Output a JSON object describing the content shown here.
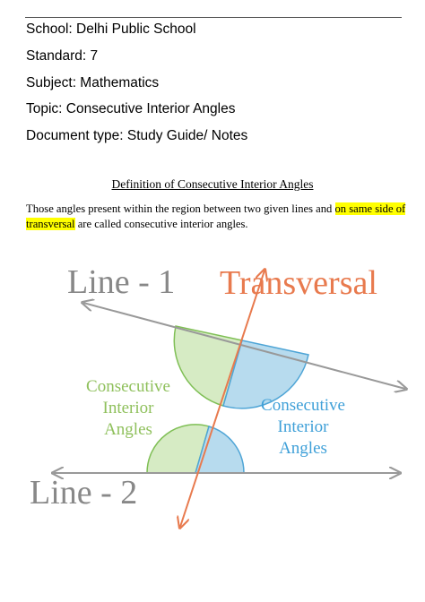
{
  "header": {
    "school": "School: Delhi Public School",
    "standard": "Standard: 7",
    "subject": "Subject: Mathematics",
    "topic": "Topic: Consecutive Interior Angles",
    "doc_type": "Document type: Study Guide/ Notes"
  },
  "section": {
    "heading": "Definition of Consecutive Interior Angles",
    "para_part1": "Those angles present within the region between two given lines and ",
    "para_highlight": "on same side of transversal",
    "para_part2": " are called consecutive interior angles."
  },
  "diagram": {
    "line1_label": "Line - 1",
    "line2_label": "Line - 2",
    "transversal_label": "Transversal",
    "left_label": [
      "Consecutive",
      "Interior",
      "Angles"
    ],
    "right_label": [
      "Consecutive",
      "Interior",
      "Angles"
    ],
    "colors": {
      "line": "#999999",
      "transversal": "#e87a4e",
      "green_fill": "#d6ebc4",
      "green_stroke": "#7fbf55",
      "blue_fill": "#b7dbee",
      "blue_stroke": "#4fa5d6",
      "green_text": "#8fc05c",
      "blue_text": "#3fa0d8",
      "label_gray": "#888888",
      "highlight": "#ffff00"
    }
  }
}
